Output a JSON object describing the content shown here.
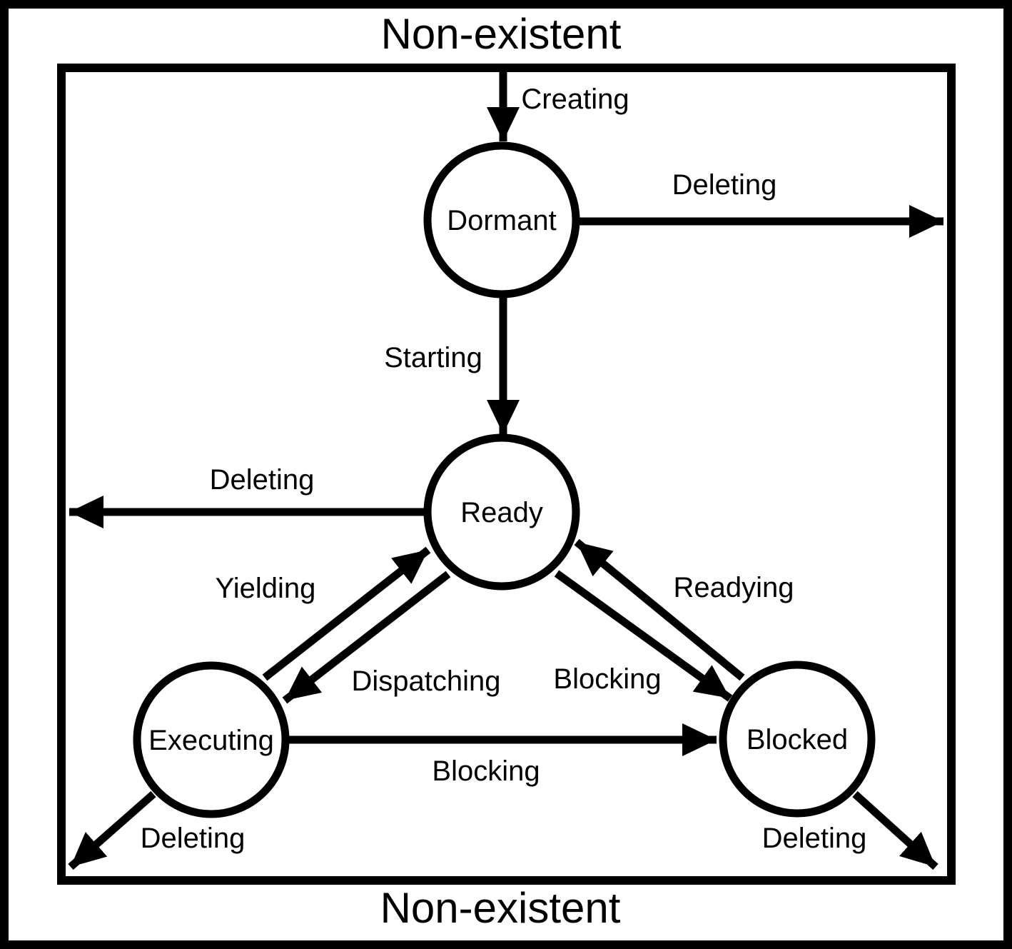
{
  "diagram": {
    "title_top": "Non-existent",
    "title_bottom": "Non-existent",
    "background_color": "#ffffff",
    "ink_color": "#000000",
    "states": [
      {
        "id": "dormant",
        "label": "Dormant"
      },
      {
        "id": "ready",
        "label": "Ready"
      },
      {
        "id": "executing",
        "label": "Executing"
      },
      {
        "id": "blocked",
        "label": "Blocked"
      }
    ],
    "transitions": [
      {
        "id": "creating",
        "label": "Creating",
        "from": "non-existent",
        "to": "dormant"
      },
      {
        "id": "deleting-dormant",
        "label": "Deleting",
        "from": "dormant",
        "to": "non-existent"
      },
      {
        "id": "starting",
        "label": "Starting",
        "from": "dormant",
        "to": "ready"
      },
      {
        "id": "deleting-ready",
        "label": "Deleting",
        "from": "ready",
        "to": "non-existent"
      },
      {
        "id": "yielding",
        "label": "Yielding",
        "from": "executing",
        "to": "ready"
      },
      {
        "id": "dispatching",
        "label": "Dispatching",
        "from": "ready",
        "to": "executing"
      },
      {
        "id": "readying",
        "label": "Readying",
        "from": "blocked",
        "to": "ready"
      },
      {
        "id": "blocking-ready",
        "label": "Blocking",
        "from": "ready",
        "to": "blocked"
      },
      {
        "id": "blocking-executing",
        "label": "Blocking",
        "from": "executing",
        "to": "blocked"
      },
      {
        "id": "deleting-executing",
        "label": "Deleting",
        "from": "executing",
        "to": "non-existent"
      },
      {
        "id": "deleting-blocked",
        "label": "Deleting",
        "from": "blocked",
        "to": "non-existent"
      }
    ]
  }
}
